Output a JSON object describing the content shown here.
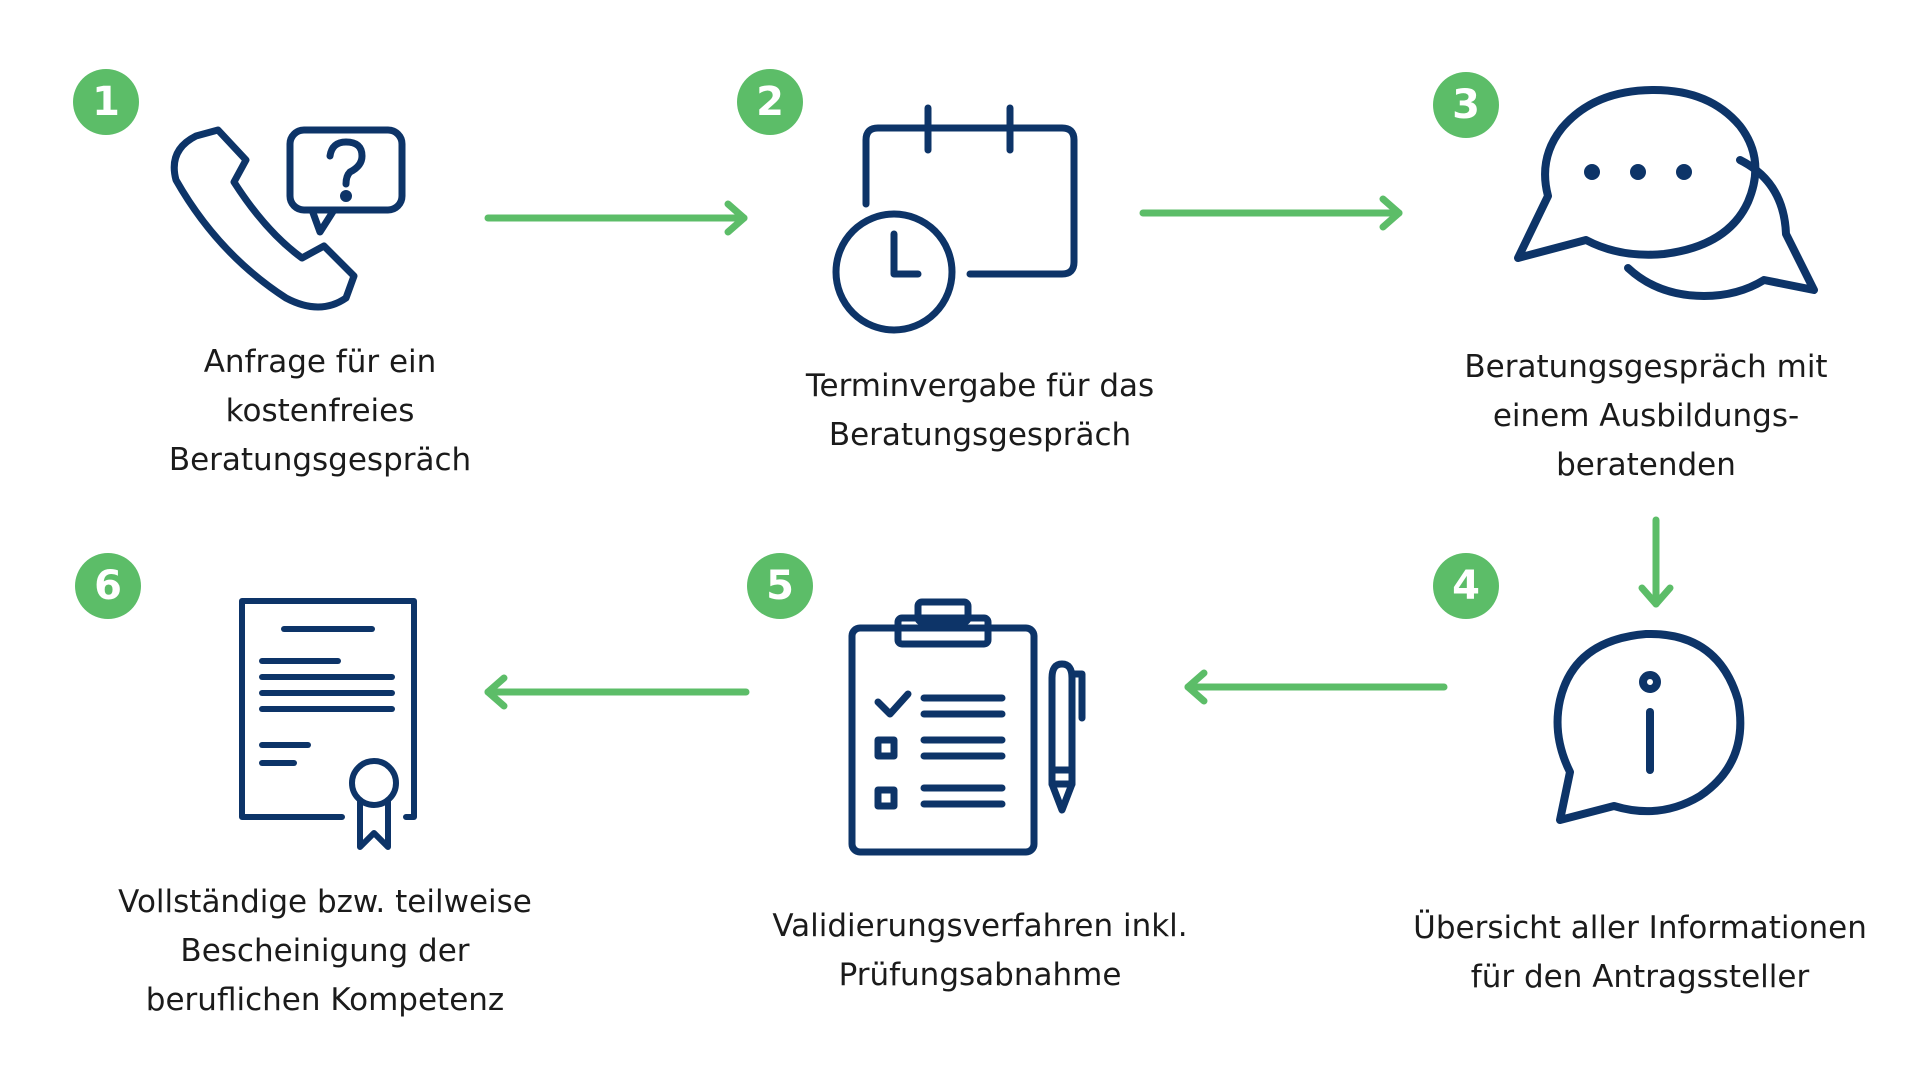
{
  "colors": {
    "accent": "#5cbd68",
    "icon_stroke": "#0d3468",
    "text": "#1b1b1b"
  },
  "steps": [
    {
      "number": "1",
      "icon": "phone-question-icon",
      "lines": [
        "Anfrage für ein",
        "kostenfreies",
        "Beratungsgespräch"
      ]
    },
    {
      "number": "2",
      "icon": "calendar-clock-icon",
      "lines": [
        "Terminvergabe für das",
        "Beratungsgespräch"
      ]
    },
    {
      "number": "3",
      "icon": "chat-bubbles-icon",
      "lines": [
        "Beratungsgespräch mit",
        "einem Ausbildungs-",
        "beratenden"
      ]
    },
    {
      "number": "4",
      "icon": "info-bubble-icon",
      "lines": [
        "Übersicht aller Informationen",
        "für den Antragssteller"
      ]
    },
    {
      "number": "5",
      "icon": "clipboard-checklist-icon",
      "lines": [
        "Validierungsverfahren inkl.",
        "Prüfungsabnahme"
      ]
    },
    {
      "number": "6",
      "icon": "certificate-document-icon",
      "lines": [
        "Vollständige bzw. teilweise",
        "Bescheinigung der",
        "beruflichen Kompetenz"
      ]
    }
  ]
}
